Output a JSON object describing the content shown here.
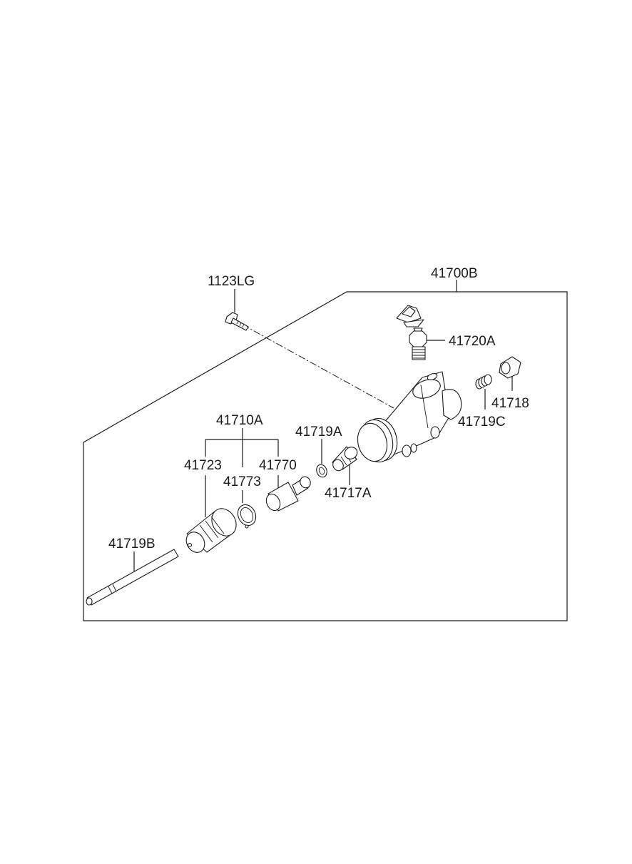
{
  "labels": {
    "bolt": "1123LG",
    "assembly": "41700B",
    "bleeder": "41720A",
    "cap": "41718",
    "spring": "41719C",
    "repair_kit": "41710A",
    "ring_a": "41719A",
    "boot_small": "41717A",
    "boot": "41723",
    "piston": "41770",
    "snap_ring": "41773",
    "push_rod": "41719B"
  }
}
